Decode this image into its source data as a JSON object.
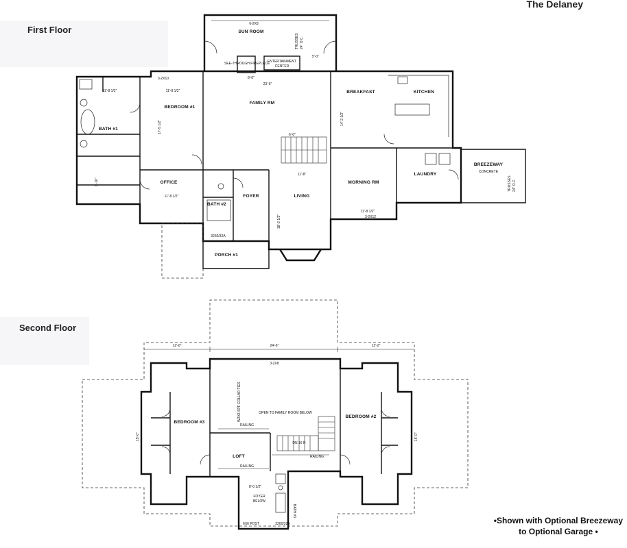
{
  "document": {
    "title": "The Delaney",
    "first_floor_label": "First Floor",
    "second_floor_label": "Second Floor",
    "note_line1": "•Shown with Optional Breezeway",
    "note_line2": "to Optional Garage •"
  },
  "first_floor": {
    "rooms": {
      "sun_room": "SUN ROOM",
      "bedroom1": "BEDROOM #1",
      "family_rm": "FAMILY RM",
      "breakfast": "BREAKFAST",
      "kitchen": "KITCHEN",
      "bath1": "BATH #1",
      "office": "OFFICE",
      "bath2": "BATH #2",
      "foyer": "FOYER",
      "living": "LIVING",
      "morning_rm": "MORNING RM",
      "laundry": "LAUNDRY",
      "breezeway": "BREEZEWAY",
      "porch1": "PORCH #1",
      "breezeway_sub": "CONCRETE"
    },
    "labels": {
      "trusses_top": "TRUSSES",
      "trusses_top_oc": "24\" O.C.",
      "trusses_right": "TRUSSES",
      "trusses_right_oc": "24\" O.C.",
      "entertainment": "ENTERTAINMENT",
      "center": "CENTER",
      "fireplace": "SEE-THROUGH FIREPLACE",
      "header_sun": "6-2X8"
    },
    "dims": {
      "bed1_w": "11'-8 1/2\"",
      "bed1_d": "17'-5 1/2\"",
      "bath1_w": "11'-8 1/2\"",
      "family_w": "23'-6\"",
      "breakfast_d": "14'-2 1/2\"",
      "office_w": "11'-8 1/2\"",
      "living_w": "11'-8\"",
      "living_d": "18'-2 1/2\"",
      "morning_w": "11'-8 1/2\"",
      "stair_w": "6'-0\"",
      "sun_a": "8'-0\"",
      "sun_b": "5'-0\"",
      "closet_d": "8'-10\"",
      "door_a": "3-2X10",
      "door_b": "3-2X12",
      "window_code": "3260/32A"
    }
  },
  "second_floor": {
    "rooms": {
      "open_family": "OPEN TO FAMILY ROOM BELOW",
      "bedroom3": "BEDROOM #3",
      "bedroom2": "BEDROOM #2",
      "loft": "LOFT",
      "foyer_below": "FOYER",
      "foyer_below2": "BELOW",
      "bath3": "BATH #3"
    },
    "labels": {
      "collar_ties": "W2X8 SPF COLLAR TIES",
      "railing_a": "RAILING",
      "railing_b": "RAILING",
      "railing_c": "RAILING",
      "dn_label": "DN 16 R",
      "dim_left": "12'-0\"",
      "dim_mid": "24'-6\"",
      "dim_right": "12'-2\"",
      "dim_side_l": "15'-0\"",
      "dim_side_r": "15'-0\"",
      "loft_dim": "8'-0 1/2\"",
      "window_code": "3260/32A",
      "header_code": "3-2X8",
      "post_code": "6X6 POST"
    }
  }
}
